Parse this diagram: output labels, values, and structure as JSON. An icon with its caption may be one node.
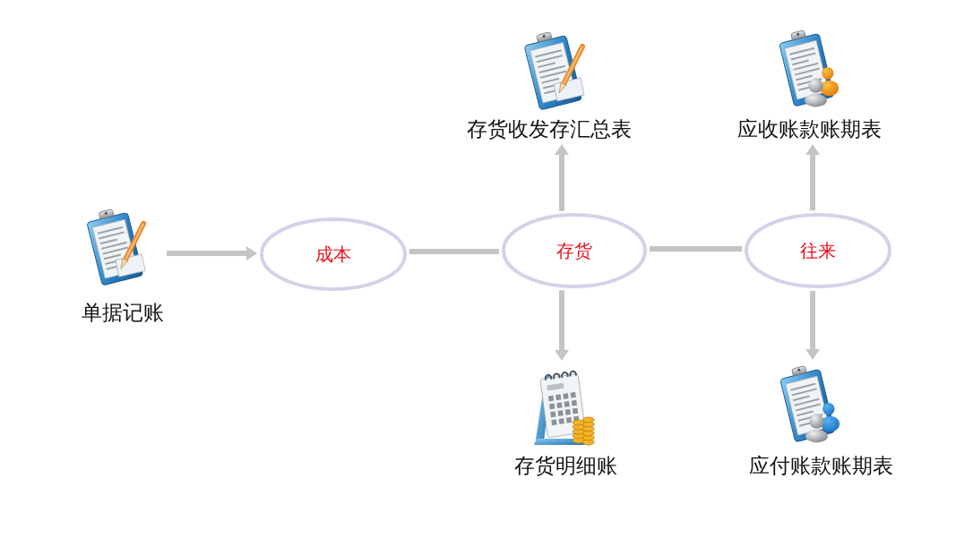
{
  "diagram": {
    "nodes": [
      {
        "text": [
          "单据记账"
        ]
      },
      {
        "text": [
          "成本"
        ]
      },
      {
        "text": [
          "存货"
        ]
      },
      {
        "text": [
          "往来"
        ]
      },
      {
        "text": [
          "存货收发存汇总表"
        ]
      },
      {
        "text": [
          "应收账款账期表"
        ]
      },
      {
        "text": [
          "存货明细账"
        ]
      },
      {
        "text": [
          "应付账款账期表"
        ]
      }
    ],
    "edges": [
      {
        "from": 0,
        "to": 1,
        "arrow": "to"
      },
      {
        "from": 1,
        "to": 2,
        "arrow": "none"
      },
      {
        "from": 2,
        "to": 3,
        "arrow": "none"
      },
      {
        "from": 2,
        "to": 4,
        "arrow": "to"
      },
      {
        "from": 2,
        "to": 6,
        "arrow": "to"
      },
      {
        "from": 3,
        "to": 5,
        "arrow": "to"
      },
      {
        "from": 3,
        "to": 7,
        "arrow": "to"
      }
    ]
  }
}
